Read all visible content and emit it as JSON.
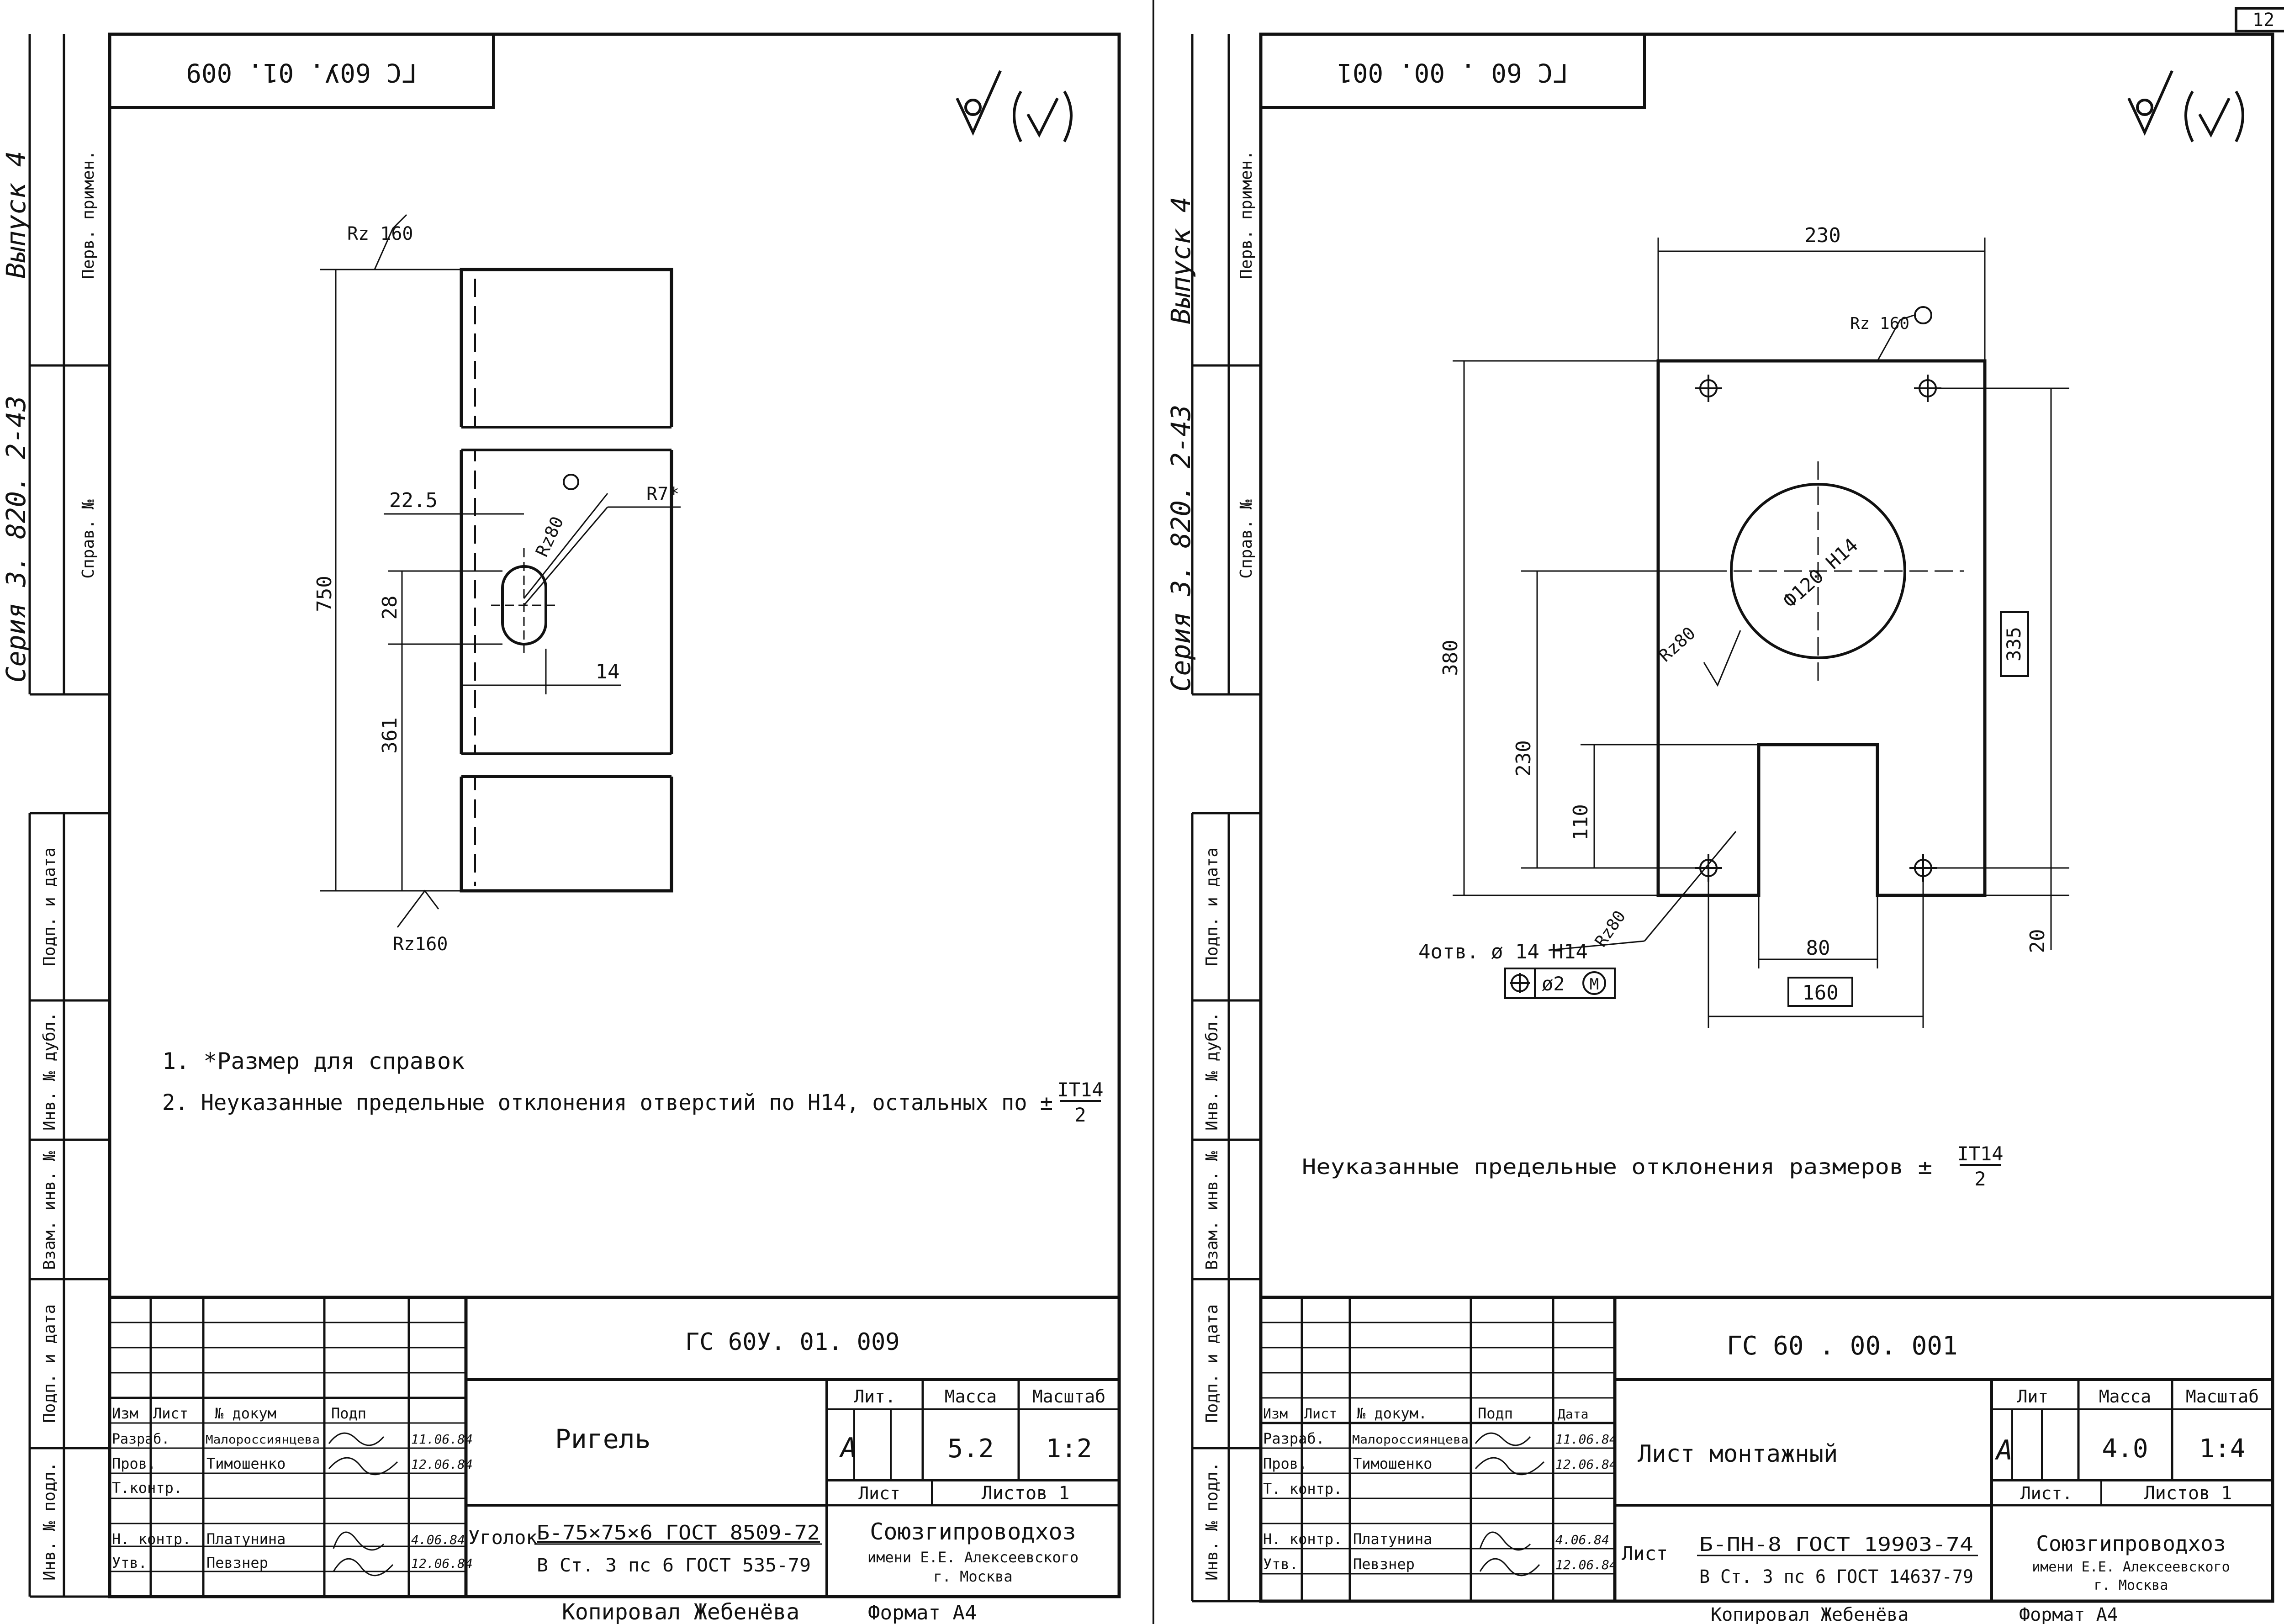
{
  "page_number": "12",
  "left": {
    "doc_code_top": "ГС 60У. 01. 009",
    "side": {
      "vypusk": "Выпуск 4",
      "perv_primen": "Перв. примен.",
      "seriya": "Серия 3. 820. 2-43",
      "sprav_no": "Справ. №",
      "podp_data": "Подп. и дата",
      "inv_dubl": "Инв. № дубл.",
      "vzam_inv": "Взам. инв. №",
      "podp_data2": "Подп. и дата",
      "inv_podl": "Инв. № подл."
    },
    "dims": {
      "overall_height": "750",
      "lower_height": "361",
      "slot_height": "28",
      "slot_offset": "22.5",
      "slot_width": "14",
      "rz_slot": "Rz80",
      "radius": "R7*",
      "rz_top": "Rz 160",
      "rz_bottom": "Rz160"
    },
    "notes": {
      "n1": "1. *Размер для справок",
      "n2": "2. Неуказанные предельные отклонения отверстий по Н14, остальных по ±",
      "frac_num": "IT14",
      "frac_den": "2"
    },
    "title_block": {
      "doc_code": "ГС 60У. 01. 009",
      "h_izm": "Изм",
      "h_list": "Лист",
      "h_ndokum": "№ докум",
      "h_podp": "Подп",
      "razrab_label": "Разраб.",
      "razrab_name": "Малороссиянцева",
      "razrab_date": "11.06.84",
      "prov_label": "Пров.",
      "prov_name": "Тимошенко",
      "prov_date": "12.06.84",
      "tkontr_label": "Т.контр.",
      "nkontr_label": "Н. контр.",
      "nkontr_name": "Платунина",
      "nkontr_date": "4.06.84",
      "utv_label": "Утв.",
      "utv_name": "Певзнер",
      "utv_date": "12.06.84",
      "name": "Ригель",
      "lit_label": "Лит.",
      "massa_label": "Масса",
      "masshtab_label": "Масштаб",
      "lit": "А",
      "massa": "5.2",
      "masshtab": "1:2",
      "list_label": "Лист",
      "listov_label": "Листов 1",
      "material_prefix": "Уголок",
      "material_top": "Б-75×75×6 ГОСТ 8509-72",
      "material_bottom": "В Ст. 3 пс 6 ГОСТ 535-79",
      "org1": "Союзгипроводхоз",
      "org2": "имени Е.Е. Алексеевского",
      "org3": "г. Москва"
    },
    "kopiroval": "Копировал Жебенёва",
    "format": "Формат А4"
  },
  "right": {
    "doc_code_top": "ГС 60 . 00. 001",
    "side": {
      "vypusk": "Выпуск 4",
      "perv_primen": "Перв. примен.",
      "seriya": "Серия 3. 820. 2-43",
      "sprav_no": "Справ. №",
      "podp_data": "Подп. и дата",
      "inv_dubl": "Инв. № дубл.",
      "vzam_inv": "Взам. инв. №",
      "podp_data2": "Подп. и дата",
      "inv_podl": "Инв. № подл."
    },
    "dims": {
      "width": "230",
      "height_380": "380",
      "height_335": "335",
      "height_230": "230",
      "height_110": "110",
      "height_20": "20",
      "cutout_width": "80",
      "hole_spacing": "160",
      "big_hole": "Ф120 Н14",
      "rz_top": "Rz 160",
      "rz_mid": "Rz80",
      "rz_hole": "Rz80",
      "holes": "4отв. ø 14 Н14",
      "position_tol": "ø2"
    },
    "notes": {
      "n1": "Неуказанные предельные отклонения размеров ±",
      "frac_num": "IT14",
      "frac_den": "2"
    },
    "title_block": {
      "doc_code": "ГС 60 . 00. 001",
      "h_izm": "Изм",
      "h_list": "Лист",
      "h_ndokum": "№ докум.",
      "h_podp": "Подп",
      "h_data": "Дата",
      "razrab_label": "Разраб.",
      "razrab_name": "Малороссиянцева",
      "razrab_date": "11.06.84",
      "prov_label": "Пров.",
      "prov_name": "Тимошенко",
      "prov_date": "12.06.84",
      "tkontr_label": "Т. контр.",
      "nkontr_label": "Н. контр.",
      "nkontr_name": "Платунина",
      "nkontr_date": "4.06.84",
      "utv_label": "Утв.",
      "utv_name": "Певзнер",
      "utv_date": "12.06.84",
      "name": "Лист монтажный",
      "lit_label": "Лит",
      "massa_label": "Масса",
      "masshtab_label": "Масштаб",
      "lit": "А",
      "massa": "4.0",
      "masshtab": "1:4",
      "list_label": "Лист.",
      "listov_label": "Листов 1",
      "material_prefix": "Лист",
      "material_top": "Б-ПН-8 ГОСТ 19903-74",
      "material_bottom": "В Ст. 3 пс 6 ГОСТ 14637-79",
      "org1": "Союзгипроводхоз",
      "org2": "имени Е.Е. Алексеевского",
      "org3": "г. Москва"
    },
    "kopiroval": "Копировал Жебенёва",
    "format": "Формат А4"
  }
}
